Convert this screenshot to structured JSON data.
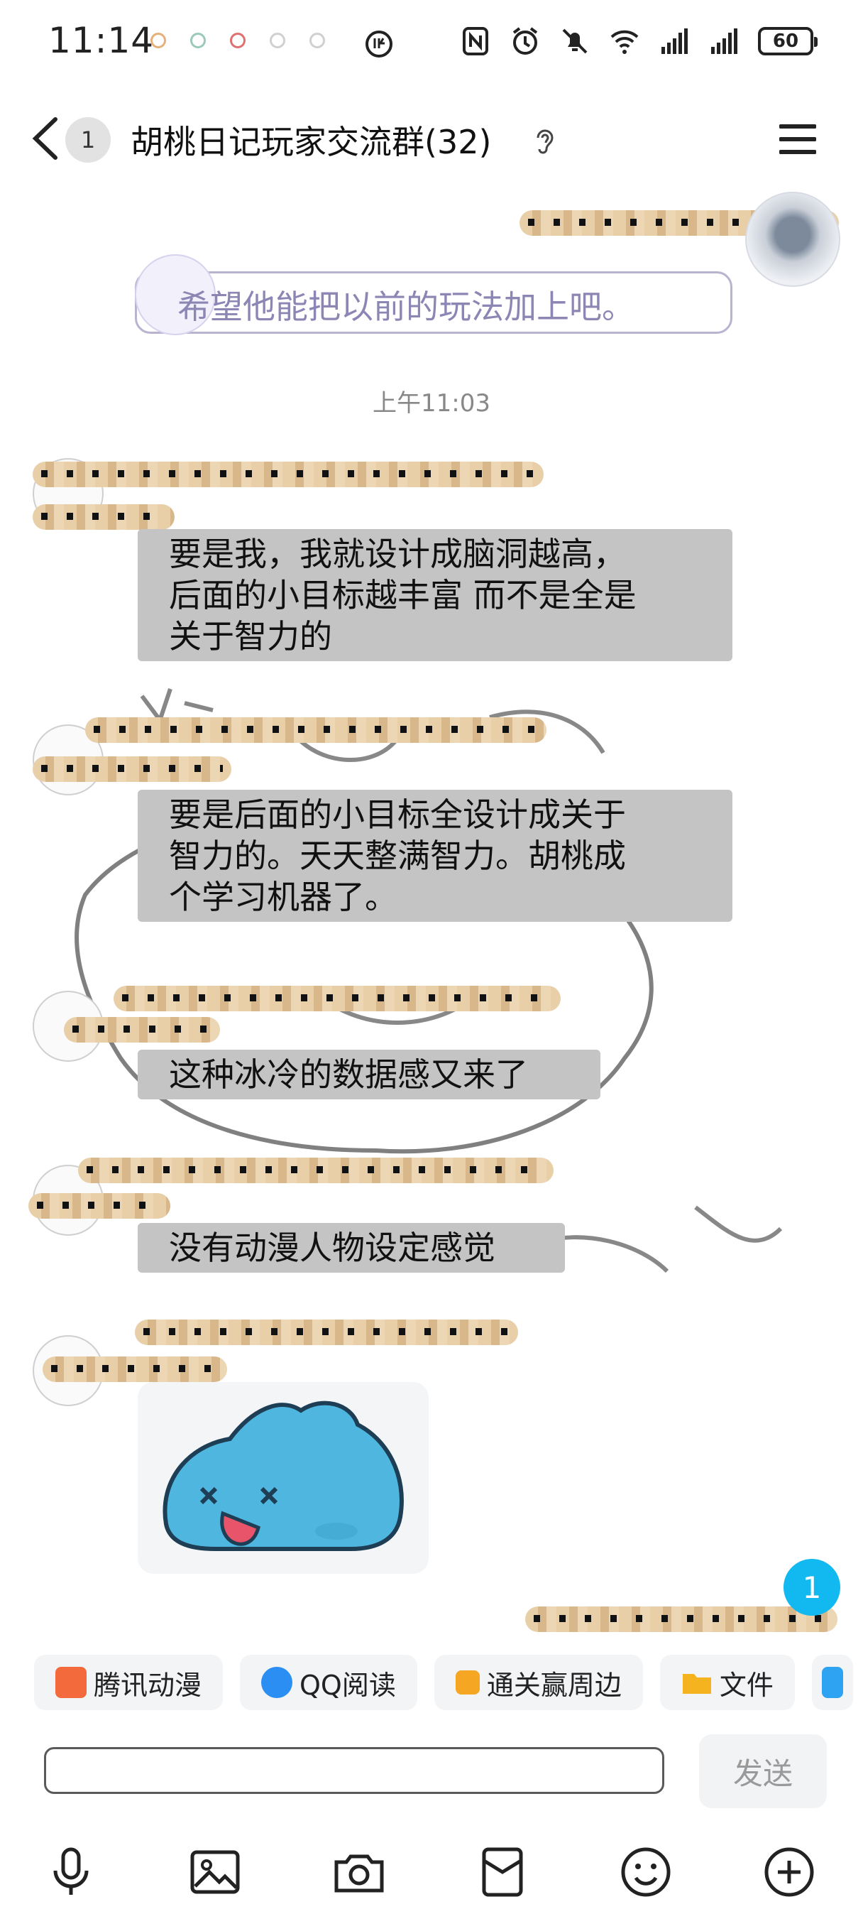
{
  "status_bar": {
    "time": "11:14",
    "battery": "60"
  },
  "nav": {
    "unread_count": "1",
    "title": "胡桃日记玩家交流群(32)"
  },
  "chat": {
    "self_message": "希望他能把以前的玩法加上吧。",
    "timestamp": "上午11:03",
    "messages": [
      {
        "lines": [
          "要是我，我就设计成脑洞越高，",
          "后面的小目标越丰富 而不是全是",
          "关于智力的"
        ]
      },
      {
        "lines": [
          "要是后面的小目标全设计成关于",
          "智力的。天天整满智力。胡桃成",
          "个学习机器了。"
        ]
      },
      {
        "lines": [
          "这种冰冷的数据感又来了"
        ]
      },
      {
        "lines": [
          "没有动漫人物设定感觉"
        ]
      }
    ],
    "float_badge": "1"
  },
  "quick_bar": [
    {
      "label": "腾讯动漫",
      "icon": "tencent-comic-icon",
      "color": "#f36b3c"
    },
    {
      "label": "QQ阅读",
      "icon": "qq-reading-icon",
      "color": "#2a8ef2"
    },
    {
      "label": "通关赢周边",
      "icon": "gift-icon",
      "color": "#f5a623"
    },
    {
      "label": "文件",
      "icon": "folder-icon",
      "color": "#f5b31f"
    }
  ],
  "input": {
    "placeholder": "",
    "send_label": "发送"
  },
  "toolbar": [
    {
      "icon": "microphone-icon"
    },
    {
      "icon": "image-icon"
    },
    {
      "icon": "camera-icon"
    },
    {
      "icon": "red-packet-icon"
    },
    {
      "icon": "emoji-icon"
    },
    {
      "icon": "plus-icon"
    }
  ],
  "colors": {
    "bubble": "#c4c4c4",
    "self_bubble_text": "#8b86b4",
    "badge": "#12b8f0"
  }
}
